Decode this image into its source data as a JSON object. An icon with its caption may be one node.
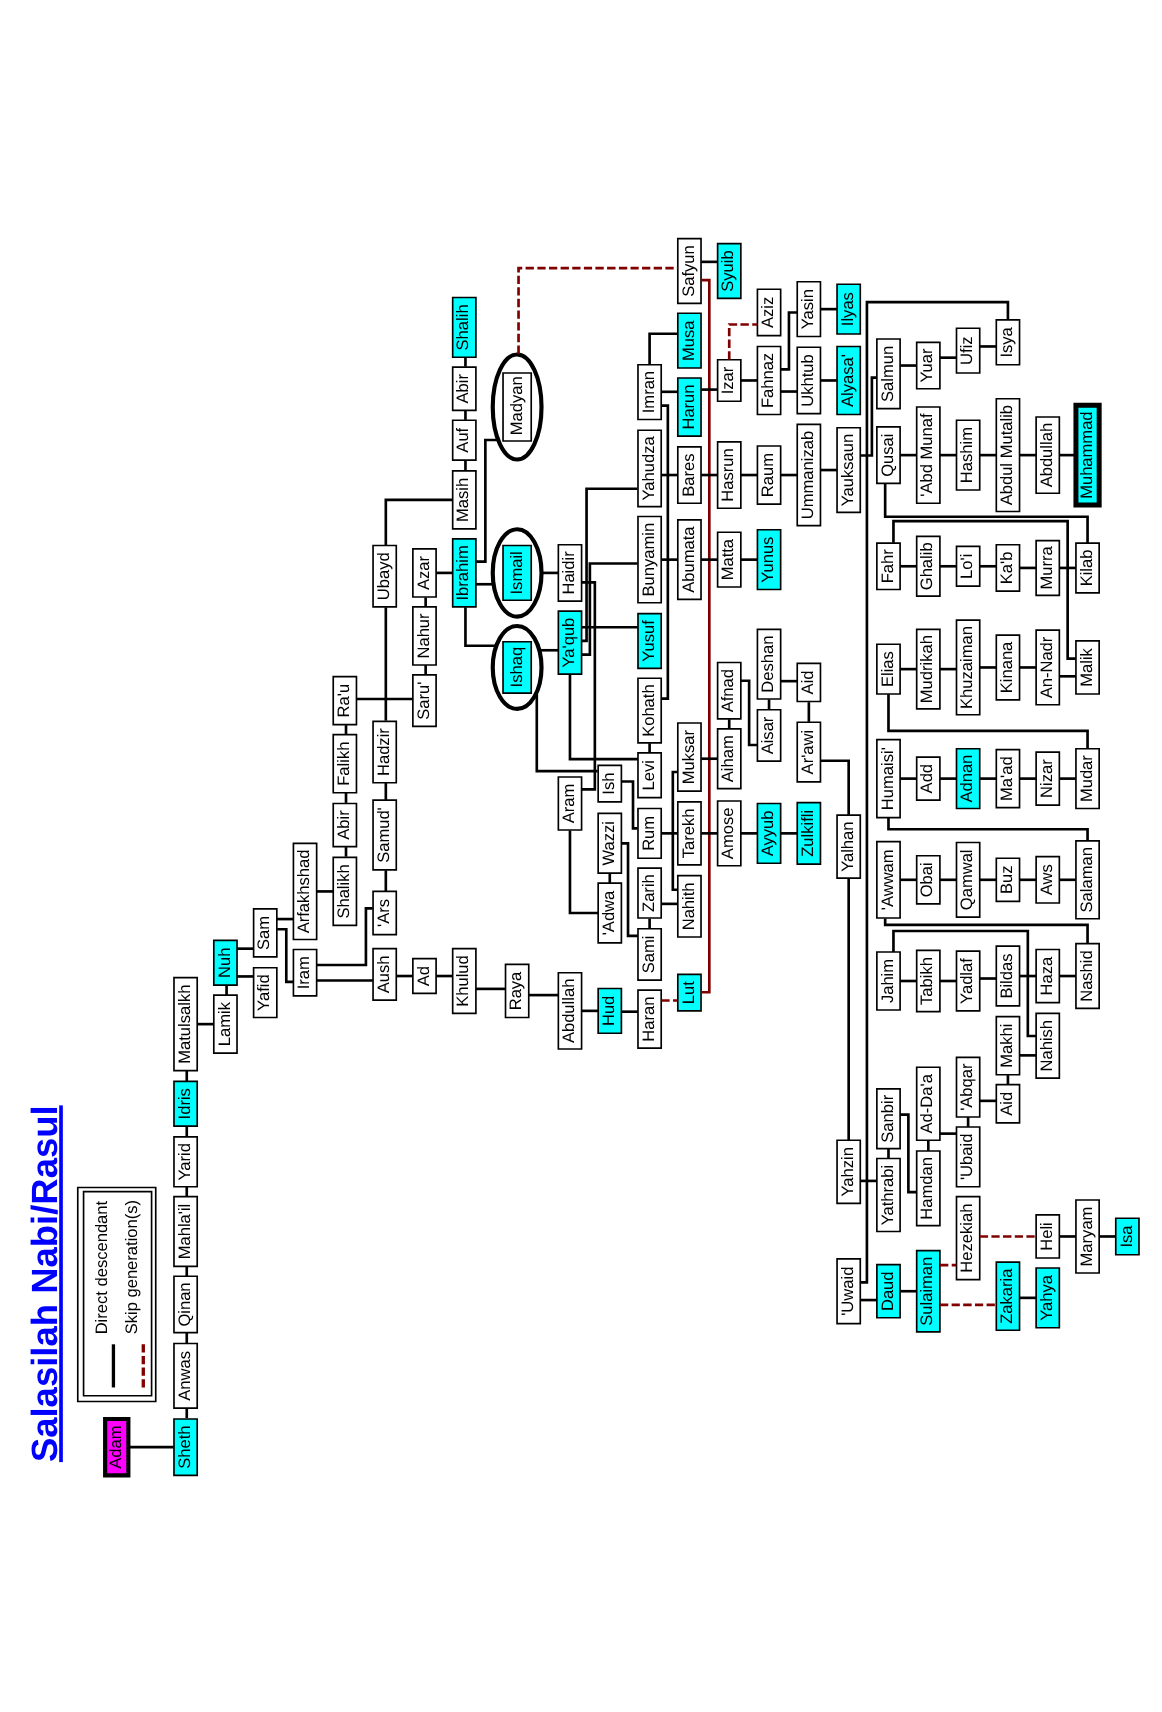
{
  "diagram": {
    "title": "Salasilah Nabi/Rasul",
    "nodes": [
      {
        "text": [
          "Adam"
        ]
      },
      {
        "text": [
          "Sheth"
        ]
      },
      {
        "text": [
          "Anwas"
        ]
      },
      {
        "text": [
          "Qinan"
        ]
      },
      {
        "text": [
          "Mahla'il"
        ]
      },
      {
        "text": [
          "Yarid"
        ]
      },
      {
        "text": [
          "Idris"
        ]
      },
      {
        "text": [
          "Matulsalkh"
        ]
      },
      {
        "text": [
          "Lamik"
        ]
      },
      {
        "text": [
          "Nuh"
        ]
      },
      {
        "text": [
          "Yafid"
        ]
      },
      {
        "text": [
          "Sam"
        ]
      },
      {
        "text": [
          "Iram"
        ]
      },
      {
        "text": [
          "Aush"
        ]
      },
      {
        "text": [
          "Ad"
        ]
      },
      {
        "text": [
          "Khulud"
        ]
      },
      {
        "text": [
          "Raya"
        ]
      },
      {
        "text": [
          "Abdullah"
        ]
      },
      {
        "text": [
          "Hud"
        ]
      },
      {
        "text": [
          "Haran"
        ]
      },
      {
        "text": [
          "Lut"
        ]
      },
      {
        "text": [
          "Safyun"
        ]
      },
      {
        "text": [
          "Syuib"
        ]
      },
      {
        "text": [
          "'Ars"
        ]
      },
      {
        "text": [
          "Samud'"
        ]
      },
      {
        "text": [
          "Hadzir"
        ]
      },
      {
        "text": [
          "Ubayd"
        ]
      },
      {
        "text": [
          "Masih"
        ]
      },
      {
        "text": [
          "Auf"
        ]
      },
      {
        "text": [
          "Abir"
        ]
      },
      {
        "text": [
          "Shalih"
        ]
      },
      {
        "text": [
          "Arfakhshad"
        ]
      },
      {
        "text": [
          "Shalikh"
        ]
      },
      {
        "text": [
          "Abir"
        ]
      },
      {
        "text": [
          "Falikh"
        ]
      },
      {
        "text": [
          "Ra'u"
        ]
      },
      {
        "text": [
          "Saru'"
        ]
      },
      {
        "text": [
          "Nahur"
        ]
      },
      {
        "text": [
          "Azar"
        ]
      },
      {
        "text": [
          "Ibrahim"
        ]
      },
      {
        "text": [
          "Madyan"
        ]
      },
      {
        "text": [
          "Ishaq"
        ]
      },
      {
        "text": [
          "Ismail"
        ]
      },
      {
        "text": [
          "Ish"
        ]
      },
      {
        "text": [
          "Rum"
        ]
      },
      {
        "text": [
          "Tarekh"
        ]
      },
      {
        "text": [
          "Amose"
        ]
      },
      {
        "text": [
          "Ayyub"
        ]
      },
      {
        "text": [
          "Zulkifli"
        ]
      },
      {
        "text": [
          "Ya'qub"
        ]
      },
      {
        "text": [
          "Yahudza"
        ]
      },
      {
        "text": [
          "Bares"
        ]
      },
      {
        "text": [
          "Hasrun"
        ]
      },
      {
        "text": [
          "Raum"
        ]
      },
      {
        "text": [
          "Ummanizab"
        ]
      },
      {
        "text": [
          "Yauksaun"
        ]
      },
      {
        "text": [
          "Salmun"
        ]
      },
      {
        "text": [
          "Yuar"
        ]
      },
      {
        "text": [
          "Ufiz"
        ]
      },
      {
        "text": [
          "Isya"
        ]
      },
      {
        "text": [
          "'Uwaid"
        ]
      },
      {
        "text": [
          "Daud"
        ]
      },
      {
        "text": [
          "Sulaiman"
        ]
      },
      {
        "text": [
          "Zakaria"
        ]
      },
      {
        "text": [
          "Yahya"
        ]
      },
      {
        "text": [
          "Hezekiah"
        ]
      },
      {
        "text": [
          "Heli"
        ]
      },
      {
        "text": [
          "Maryam"
        ]
      },
      {
        "text": [
          "Isa"
        ]
      },
      {
        "text": [
          "Yusuf"
        ]
      },
      {
        "text": [
          "Bunyamin"
        ]
      },
      {
        "text": [
          "Abumata"
        ]
      },
      {
        "text": [
          "Matta"
        ]
      },
      {
        "text": [
          "Yunus"
        ]
      },
      {
        "text": [
          "Levi"
        ]
      },
      {
        "text": [
          "Kohath"
        ]
      },
      {
        "text": [
          "Imran"
        ]
      },
      {
        "text": [
          "Harun"
        ]
      },
      {
        "text": [
          "Musa"
        ]
      },
      {
        "text": [
          "Izar"
        ]
      },
      {
        "text": [
          "Aziz"
        ]
      },
      {
        "text": [
          "Fahnaz"
        ]
      },
      {
        "text": [
          "Ukhtub"
        ]
      },
      {
        "text": [
          "Alyasa'"
        ]
      },
      {
        "text": [
          "Yasin"
        ]
      },
      {
        "text": [
          "Ilyas"
        ]
      },
      {
        "text": [
          "Haidir"
        ]
      },
      {
        "text": [
          "Aram"
        ]
      },
      {
        "text": [
          "'Adwa"
        ]
      },
      {
        "text": [
          "Wazzi"
        ]
      },
      {
        "text": [
          "Sami"
        ]
      },
      {
        "text": [
          "Zarih"
        ]
      },
      {
        "text": [
          "Nahith"
        ]
      },
      {
        "text": [
          "Muksar"
        ]
      },
      {
        "text": [
          "Aiham"
        ]
      },
      {
        "text": [
          "Afnad"
        ]
      },
      {
        "text": [
          "Aisar"
        ]
      },
      {
        "text": [
          "Deshan"
        ]
      },
      {
        "text": [
          "Aid"
        ]
      },
      {
        "text": [
          "Ar'awi"
        ]
      },
      {
        "text": [
          "Yalhan"
        ]
      },
      {
        "text": [
          "Yahzin"
        ]
      },
      {
        "text": [
          "Yathrabi"
        ]
      },
      {
        "text": [
          "Sanbir"
        ]
      },
      {
        "text": [
          "Hamdan"
        ]
      },
      {
        "text": [
          "Ad-Da'a"
        ]
      },
      {
        "text": [
          "'Ubaid"
        ]
      },
      {
        "text": [
          "'Abqar"
        ]
      },
      {
        "text": [
          "Aid"
        ]
      },
      {
        "text": [
          "Makhi"
        ]
      },
      {
        "text": [
          "Nahish"
        ]
      },
      {
        "text": [
          "Jahim"
        ]
      },
      {
        "text": [
          "Tabikh"
        ]
      },
      {
        "text": [
          "Yadlaf"
        ]
      },
      {
        "text": [
          "Bildas"
        ]
      },
      {
        "text": [
          "Haza"
        ]
      },
      {
        "text": [
          "Nashid"
        ]
      },
      {
        "text": [
          "'Awwam"
        ]
      },
      {
        "text": [
          "Obai"
        ]
      },
      {
        "text": [
          "Qamwal"
        ]
      },
      {
        "text": [
          "Buz"
        ]
      },
      {
        "text": [
          "Aws"
        ]
      },
      {
        "text": [
          "Salaman"
        ]
      },
      {
        "text": [
          "Humaisi'"
        ]
      },
      {
        "text": [
          "Add"
        ]
      },
      {
        "text": [
          "Adnan"
        ]
      },
      {
        "text": [
          "Ma'ad"
        ]
      },
      {
        "text": [
          "Nizar"
        ]
      },
      {
        "text": [
          "Mudar"
        ]
      },
      {
        "text": [
          "Elias"
        ]
      },
      {
        "text": [
          "Mudrikah"
        ]
      },
      {
        "text": [
          "Khuzaiman"
        ]
      },
      {
        "text": [
          "Kinana"
        ]
      },
      {
        "text": [
          "An-Nadr"
        ]
      },
      {
        "text": [
          "Malik"
        ]
      },
      {
        "text": [
          "Fahr"
        ]
      },
      {
        "text": [
          "Ghalib"
        ]
      },
      {
        "text": [
          "Lo'i"
        ]
      },
      {
        "text": [
          "Ka'b"
        ]
      },
      {
        "text": [
          "Murra"
        ]
      },
      {
        "text": [
          "Kilab"
        ]
      },
      {
        "text": [
          "Qusai"
        ]
      },
      {
        "text": [
          "'Abd Munaf"
        ]
      },
      {
        "text": [
          "Hashim"
        ]
      },
      {
        "text": [
          "Abdul Mutalib"
        ]
      },
      {
        "text": [
          "Abdullah"
        ]
      },
      {
        "text": [
          "Muhammad"
        ]
      }
    ],
    "edges": [
      {
        "from": 0,
        "to": 1,
        "arrow": "none"
      },
      {
        "from": 1,
        "to": 2,
        "arrow": "none"
      },
      {
        "from": 2,
        "to": 3,
        "arrow": "none"
      },
      {
        "from": 3,
        "to": 4,
        "arrow": "none"
      },
      {
        "from": 4,
        "to": 5,
        "arrow": "none"
      },
      {
        "from": 5,
        "to": 6,
        "arrow": "none"
      },
      {
        "from": 6,
        "to": 7,
        "arrow": "none"
      },
      {
        "from": 7,
        "to": 8,
        "arrow": "none"
      },
      {
        "from": 8,
        "to": 9,
        "arrow": "none"
      },
      {
        "from": 9,
        "to": 10,
        "arrow": "none"
      },
      {
        "from": 9,
        "to": 11,
        "arrow": "none"
      },
      {
        "from": 11,
        "to": 12,
        "arrow": "none"
      },
      {
        "from": 11,
        "to": 31,
        "arrow": "none"
      },
      {
        "from": 12,
        "to": 13,
        "arrow": "none"
      },
      {
        "from": 12,
        "to": 23,
        "arrow": "none"
      },
      {
        "from": 13,
        "to": 14,
        "arrow": "none"
      },
      {
        "from": 14,
        "to": 15,
        "arrow": "none"
      },
      {
        "from": 15,
        "to": 16,
        "arrow": "none"
      },
      {
        "from": 16,
        "to": 17,
        "arrow": "none"
      },
      {
        "from": 17,
        "to": 18,
        "arrow": "none"
      },
      {
        "from": 18,
        "to": 19,
        "arrow": "none"
      },
      {
        "from": 19,
        "to": 20,
        "arrow": "none",
        "style": "dashed",
        "color": "#800000"
      },
      {
        "from": 20,
        "to": 21,
        "arrow": "none",
        "color": "#800000"
      },
      {
        "from": 21,
        "to": 22,
        "arrow": "none"
      },
      {
        "from": 23,
        "to": 24,
        "arrow": "none"
      },
      {
        "from": 24,
        "to": 25,
        "arrow": "none"
      },
      {
        "from": 25,
        "to": 26,
        "arrow": "none"
      },
      {
        "from": 26,
        "to": 27,
        "arrow": "none"
      },
      {
        "from": 27,
        "to": 28,
        "arrow": "none"
      },
      {
        "from": 28,
        "to": 29,
        "arrow": "none"
      },
      {
        "from": 29,
        "to": 30,
        "arrow": "none"
      },
      {
        "from": 31,
        "to": 32,
        "arrow": "none"
      },
      {
        "from": 32,
        "to": 33,
        "arrow": "none"
      },
      {
        "from": 33,
        "to": 34,
        "arrow": "none"
      },
      {
        "from": 34,
        "to": 35,
        "arrow": "none"
      },
      {
        "from": 35,
        "to": 36,
        "arrow": "none"
      },
      {
        "from": 36,
        "to": 37,
        "arrow": "none"
      },
      {
        "from": 37,
        "to": 38,
        "arrow": "none"
      },
      {
        "from": 38,
        "to": 39,
        "arrow": "none"
      },
      {
        "from": 39,
        "to": 40,
        "arrow": "none"
      },
      {
        "from": 39,
        "to": 41,
        "arrow": "none"
      },
      {
        "from": 39,
        "to": 42,
        "arrow": "none"
      },
      {
        "from": 40,
        "to": 21,
        "arrow": "none",
        "style": "dashed",
        "color": "#800000"
      },
      {
        "from": 41,
        "to": 43,
        "arrow": "none"
      },
      {
        "from": 41,
        "to": 49,
        "arrow": "none"
      },
      {
        "from": 43,
        "to": 44,
        "arrow": "none"
      },
      {
        "from": 44,
        "to": 45,
        "arrow": "none"
      },
      {
        "from": 45,
        "to": 46,
        "arrow": "none"
      },
      {
        "from": 46,
        "to": 47,
        "arrow": "none"
      },
      {
        "from": 47,
        "to": 48,
        "arrow": "none"
      },
      {
        "from": 49,
        "to": 50,
        "arrow": "none"
      },
      {
        "from": 49,
        "to": 69,
        "arrow": "none"
      },
      {
        "from": 49,
        "to": 70,
        "arrow": "none"
      },
      {
        "from": 49,
        "to": 74,
        "arrow": "none"
      },
      {
        "from": 50,
        "to": 51,
        "arrow": "none"
      },
      {
        "from": 51,
        "to": 52,
        "arrow": "none"
      },
      {
        "from": 52,
        "to": 53,
        "arrow": "none"
      },
      {
        "from": 53,
        "to": 54,
        "arrow": "none"
      },
      {
        "from": 54,
        "to": 55,
        "arrow": "none"
      },
      {
        "from": 55,
        "to": 56,
        "arrow": "none"
      },
      {
        "from": 56,
        "to": 57,
        "arrow": "none"
      },
      {
        "from": 57,
        "to": 58,
        "arrow": "none"
      },
      {
        "from": 58,
        "to": 59,
        "arrow": "none"
      },
      {
        "from": 59,
        "to": 60,
        "arrow": "none"
      },
      {
        "from": 60,
        "to": 61,
        "arrow": "none"
      },
      {
        "from": 61,
        "to": 62,
        "arrow": "none"
      },
      {
        "from": 62,
        "to": 63,
        "arrow": "none",
        "style": "dashed",
        "color": "#800000"
      },
      {
        "from": 63,
        "to": 64,
        "arrow": "none"
      },
      {
        "from": 62,
        "to": 65,
        "arrow": "none",
        "style": "dashed",
        "color": "#800000"
      },
      {
        "from": 65,
        "to": 66,
        "arrow": "none",
        "style": "dashed",
        "color": "#800000"
      },
      {
        "from": 66,
        "to": 67,
        "arrow": "none"
      },
      {
        "from": 67,
        "to": 68,
        "arrow": "none"
      },
      {
        "from": 70,
        "to": 71,
        "arrow": "none"
      },
      {
        "from": 71,
        "to": 72,
        "arrow": "none"
      },
      {
        "from": 72,
        "to": 73,
        "arrow": "none"
      },
      {
        "from": 74,
        "to": 75,
        "arrow": "none"
      },
      {
        "from": 75,
        "to": 76,
        "arrow": "none"
      },
      {
        "from": 76,
        "to": 77,
        "arrow": "none"
      },
      {
        "from": 76,
        "to": 78,
        "arrow": "none"
      },
      {
        "from": 77,
        "to": 79,
        "arrow": "none"
      },
      {
        "from": 79,
        "to": 80,
        "arrow": "none",
        "style": "dashed",
        "color": "#800000"
      },
      {
        "from": 79,
        "to": 81,
        "arrow": "none"
      },
      {
        "from": 81,
        "to": 82,
        "arrow": "none"
      },
      {
        "from": 81,
        "to": 84,
        "arrow": "none"
      },
      {
        "from": 82,
        "to": 83,
        "arrow": "none"
      },
      {
        "from": 84,
        "to": 85,
        "arrow": "none"
      },
      {
        "from": 42,
        "to": 86,
        "arrow": "none"
      },
      {
        "from": 86,
        "to": 87,
        "arrow": "none"
      },
      {
        "from": 87,
        "to": 88,
        "arrow": "none"
      },
      {
        "from": 88,
        "to": 89,
        "arrow": "none"
      },
      {
        "from": 89,
        "to": 90,
        "arrow": "none"
      },
      {
        "from": 90,
        "to": 91,
        "arrow": "none"
      },
      {
        "from": 91,
        "to": 92,
        "arrow": "none"
      },
      {
        "from": 92,
        "to": 93,
        "arrow": "none"
      },
      {
        "from": 93,
        "to": 94,
        "arrow": "none"
      },
      {
        "from": 94,
        "to": 95,
        "arrow": "none"
      },
      {
        "from": 95,
        "to": 96,
        "arrow": "none"
      },
      {
        "from": 96,
        "to": 97,
        "arrow": "none"
      },
      {
        "from": 97,
        "to": 98,
        "arrow": "none"
      },
      {
        "from": 98,
        "to": 99,
        "arrow": "none"
      },
      {
        "from": 99,
        "to": 100,
        "arrow": "none"
      },
      {
        "from": 100,
        "to": 101,
        "arrow": "none"
      },
      {
        "from": 101,
        "to": 102,
        "arrow": "none"
      },
      {
        "from": 102,
        "to": 103,
        "arrow": "none"
      },
      {
        "from": 103,
        "to": 104,
        "arrow": "none"
      },
      {
        "from": 104,
        "to": 105,
        "arrow": "none"
      },
      {
        "from": 105,
        "to": 106,
        "arrow": "none"
      },
      {
        "from": 106,
        "to": 107,
        "arrow": "none"
      },
      {
        "from": 107,
        "to": 108,
        "arrow": "none"
      },
      {
        "from": 108,
        "to": 109,
        "arrow": "none"
      },
      {
        "from": 109,
        "to": 110,
        "arrow": "none"
      },
      {
        "from": 110,
        "to": 111,
        "arrow": "none"
      },
      {
        "from": 111,
        "to": 112,
        "arrow": "none"
      },
      {
        "from": 112,
        "to": 113,
        "arrow": "none"
      },
      {
        "from": 113,
        "to": 114,
        "arrow": "none"
      },
      {
        "from": 114,
        "to": 115,
        "arrow": "none"
      },
      {
        "from": 115,
        "to": 116,
        "arrow": "none"
      },
      {
        "from": 116,
        "to": 117,
        "arrow": "none"
      },
      {
        "from": 117,
        "to": 118,
        "arrow": "none"
      },
      {
        "from": 118,
        "to": 119,
        "arrow": "none"
      },
      {
        "from": 119,
        "to": 120,
        "arrow": "none"
      },
      {
        "from": 120,
        "to": 121,
        "arrow": "none"
      },
      {
        "from": 121,
        "to": 122,
        "arrow": "none"
      },
      {
        "from": 122,
        "to": 123,
        "arrow": "none"
      },
      {
        "from": 123,
        "to": 124,
        "arrow": "none"
      },
      {
        "from": 124,
        "to": 125,
        "arrow": "none"
      },
      {
        "from": 125,
        "to": 126,
        "arrow": "none"
      },
      {
        "from": 126,
        "to": 127,
        "arrow": "none"
      },
      {
        "from": 127,
        "to": 128,
        "arrow": "none"
      },
      {
        "from": 128,
        "to": 129,
        "arrow": "none"
      },
      {
        "from": 129,
        "to": 130,
        "arrow": "none"
      },
      {
        "from": 130,
        "to": 131,
        "arrow": "none"
      },
      {
        "from": 131,
        "to": 132,
        "arrow": "none"
      },
      {
        "from": 132,
        "to": 133,
        "arrow": "none"
      },
      {
        "from": 133,
        "to": 134,
        "arrow": "none"
      },
      {
        "from": 134,
        "to": 135,
        "arrow": "none"
      },
      {
        "from": 135,
        "to": 136,
        "arrow": "none"
      },
      {
        "from": 136,
        "to": 137,
        "arrow": "none"
      },
      {
        "from": 137,
        "to": 138,
        "arrow": "none"
      },
      {
        "from": 138,
        "to": 139,
        "arrow": "none"
      },
      {
        "from": 139,
        "to": 140,
        "arrow": "none"
      },
      {
        "from": 140,
        "to": 141,
        "arrow": "none"
      },
      {
        "from": 141,
        "to": 142,
        "arrow": "none"
      },
      {
        "from": 142,
        "to": 143,
        "arrow": "none"
      },
      {
        "from": 143,
        "to": 144,
        "arrow": "none"
      },
      {
        "from": 144,
        "to": 145,
        "arrow": "none"
      },
      {
        "from": 145,
        "to": 146,
        "arrow": "none"
      }
    ],
    "legend": [
      {
        "text": "Direct descendant"
      },
      {
        "text": "Skip generation(s)"
      }
    ]
  }
}
